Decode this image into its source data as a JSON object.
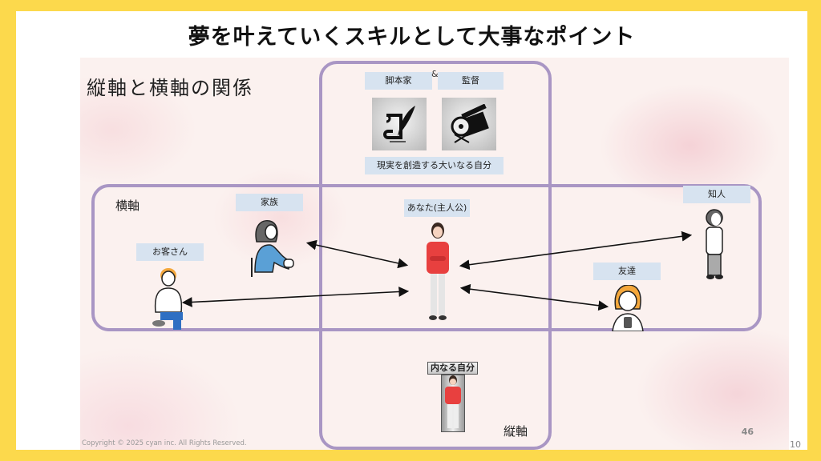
{
  "header": {
    "title": "夢を叶えていくスキルとして大事なポイント",
    "page_number": "10"
  },
  "slide": {
    "title": "縦軸と横軸の関係",
    "horizontal_axis_label": "横軸",
    "vertical_axis_label": "縦軸",
    "top_section": {
      "labels": [
        "脚本家",
        "監督"
      ],
      "ampersand": "&",
      "icons": [
        "quill-scroll-icon",
        "film-clapper-icon"
      ],
      "caption": "現実を創造する大いなる自分"
    },
    "center": {
      "label": "あなた(主人公)"
    },
    "people": [
      {
        "label": "お客さん",
        "icon": "seated-customer-icon"
      },
      {
        "label": "家族",
        "icon": "seated-family-icon"
      },
      {
        "label": "知人",
        "icon": "thinking-acquaintance-icon"
      },
      {
        "label": "友達",
        "icon": "friend-with-phone-icon"
      }
    ],
    "inner_self": {
      "label": "内なる自分"
    },
    "copyright": "Copyright © 2025 cyan inc. All Rights Reserved.",
    "slide_number": "46"
  },
  "colors": {
    "frame": "#a996c4",
    "label_bg": "#d7e3f0",
    "page_border": "#fcd94c",
    "jacket": "#e8403f"
  }
}
